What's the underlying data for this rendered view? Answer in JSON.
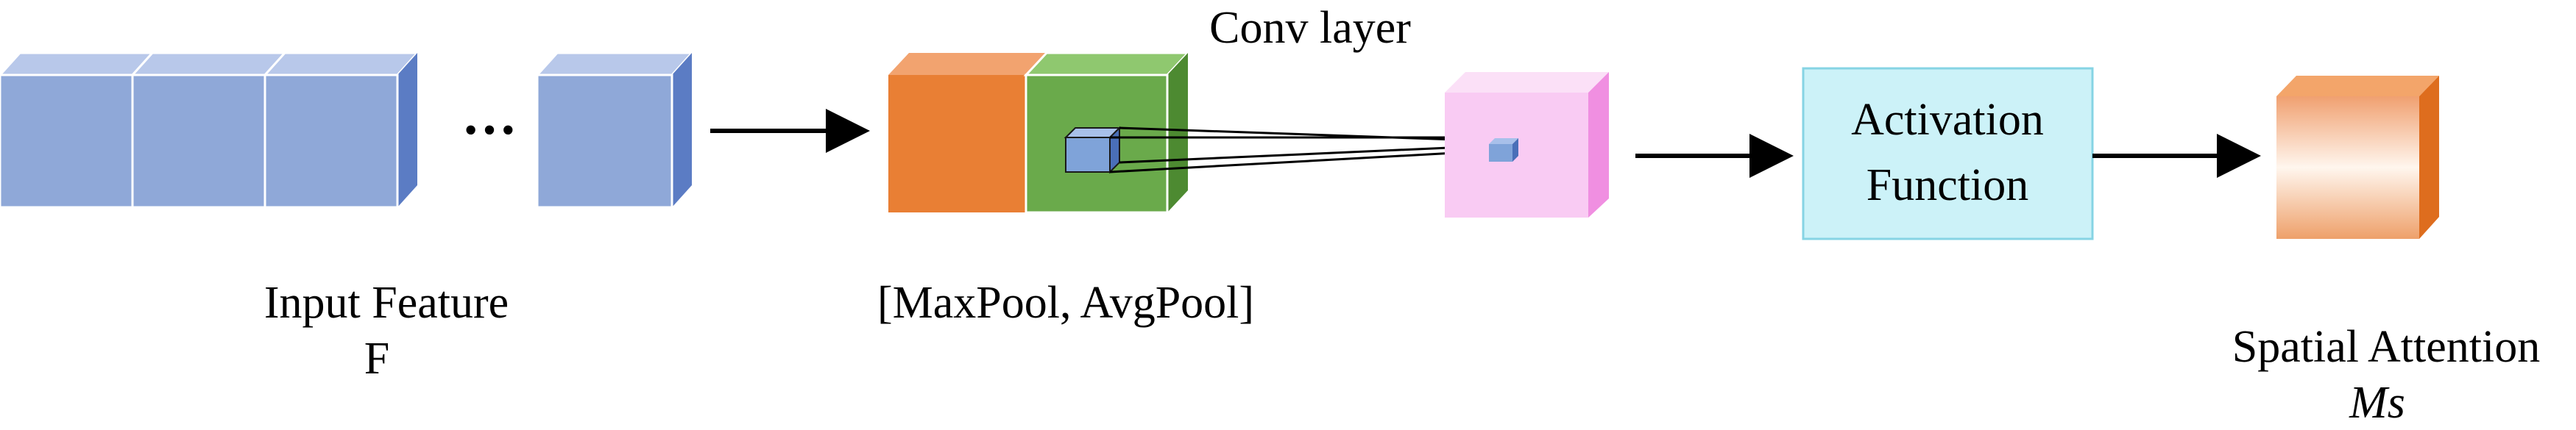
{
  "diagram": {
    "labels": {
      "input_feature_line1": "Input Feature",
      "input_feature_line2": "F",
      "ellipsis": "···",
      "pooling": "[MaxPool, AvgPool]",
      "conv": "Conv layer",
      "activation_line1": "Activation",
      "activation_line2": "Function",
      "spatial_attention_line1": "Spatial Attention",
      "spatial_attention_line2": "Ms"
    },
    "colors": {
      "input_cube_front": "#8fa8d8",
      "input_cube_side": "#5b7cc4",
      "input_cube_top": "#b8c8ea",
      "maxpool_front": "#e97f34",
      "maxpool_top": "#f2a36f",
      "avgpool_front": "#6aaa4b",
      "avgpool_side": "#4d8a31",
      "avgpool_top": "#8fc86f",
      "conv_front": "#f9cbf3",
      "conv_side": "#f08fe1",
      "conv_top": "#fbe0f7",
      "activation_fill": "#ccf2f8",
      "activation_stroke": "#86d4e4",
      "attention_side": "#de6d1e",
      "attention_top": "#f3a56a",
      "small_cube": "#7fa3d9"
    }
  }
}
